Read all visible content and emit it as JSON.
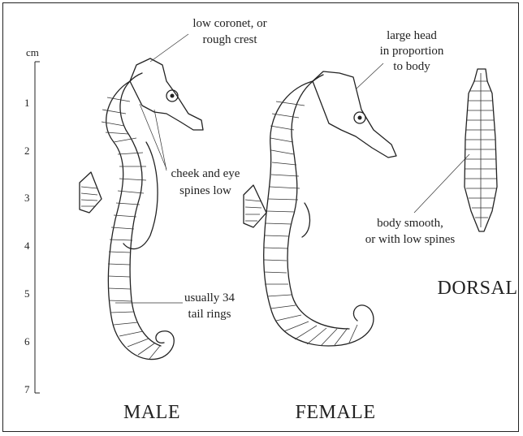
{
  "scale": {
    "unit": "cm",
    "ticks": [
      "1",
      "2",
      "3",
      "4",
      "5",
      "6",
      "7"
    ]
  },
  "labels": {
    "male": "MALE",
    "female": "FEMALE",
    "dorsal": "DORSAL"
  },
  "annotations": {
    "coronet": [
      "low coronet, or",
      "rough crest"
    ],
    "cheek": [
      "cheek and eye",
      "spines low"
    ],
    "tail": [
      "usually 34",
      "tail rings"
    ],
    "head": [
      "large head",
      "in proportion",
      "to body"
    ],
    "body": [
      "body smooth,",
      "or with low spines"
    ]
  },
  "colors": {
    "ink": "#222222",
    "background": "#ffffff"
  }
}
